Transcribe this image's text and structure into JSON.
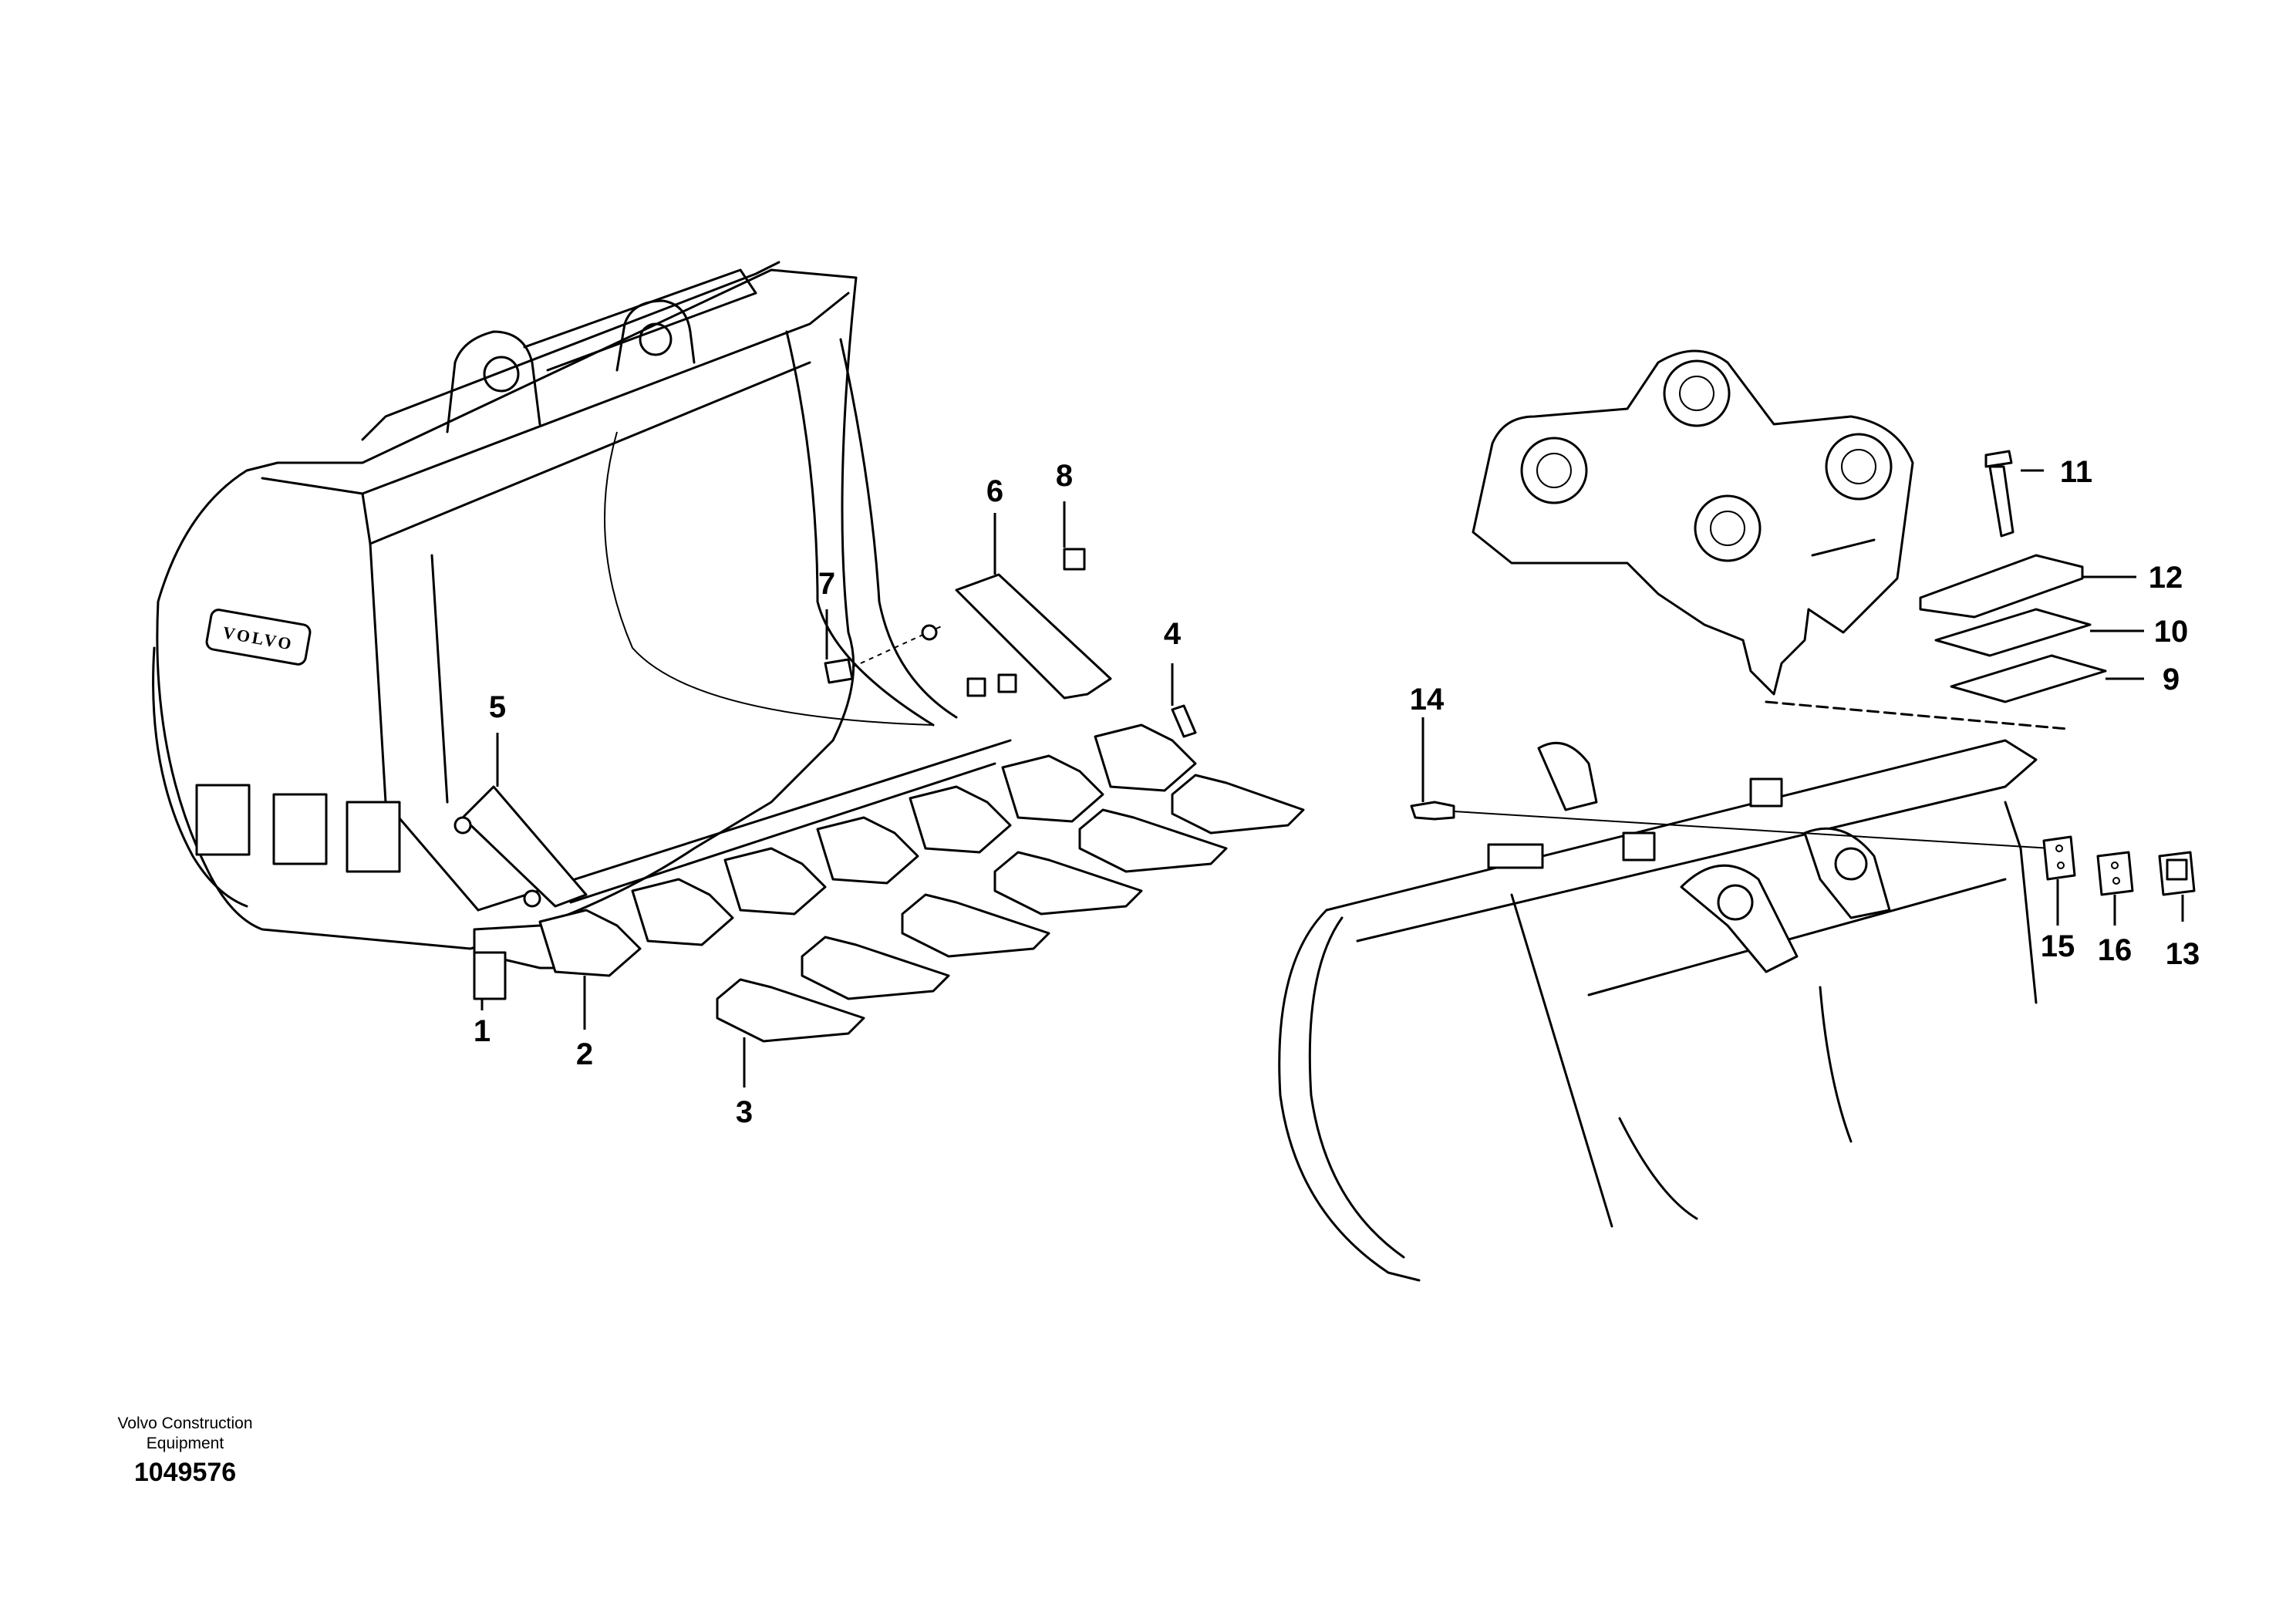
{
  "footer": {
    "brand_line1": "Volvo Construction",
    "brand_line2": "Equipment",
    "figure_number": "1049576"
  },
  "bucket_logo": "VOLVO",
  "callouts": {
    "c1": "1",
    "c2": "2",
    "c3": "3",
    "c4": "4",
    "c5": "5",
    "c6": "6",
    "c7": "7",
    "c8": "8",
    "c9": "9",
    "c10": "10",
    "c11": "11",
    "c12": "12",
    "c13": "13",
    "c14": "14",
    "c15": "15",
    "c16": "16"
  }
}
